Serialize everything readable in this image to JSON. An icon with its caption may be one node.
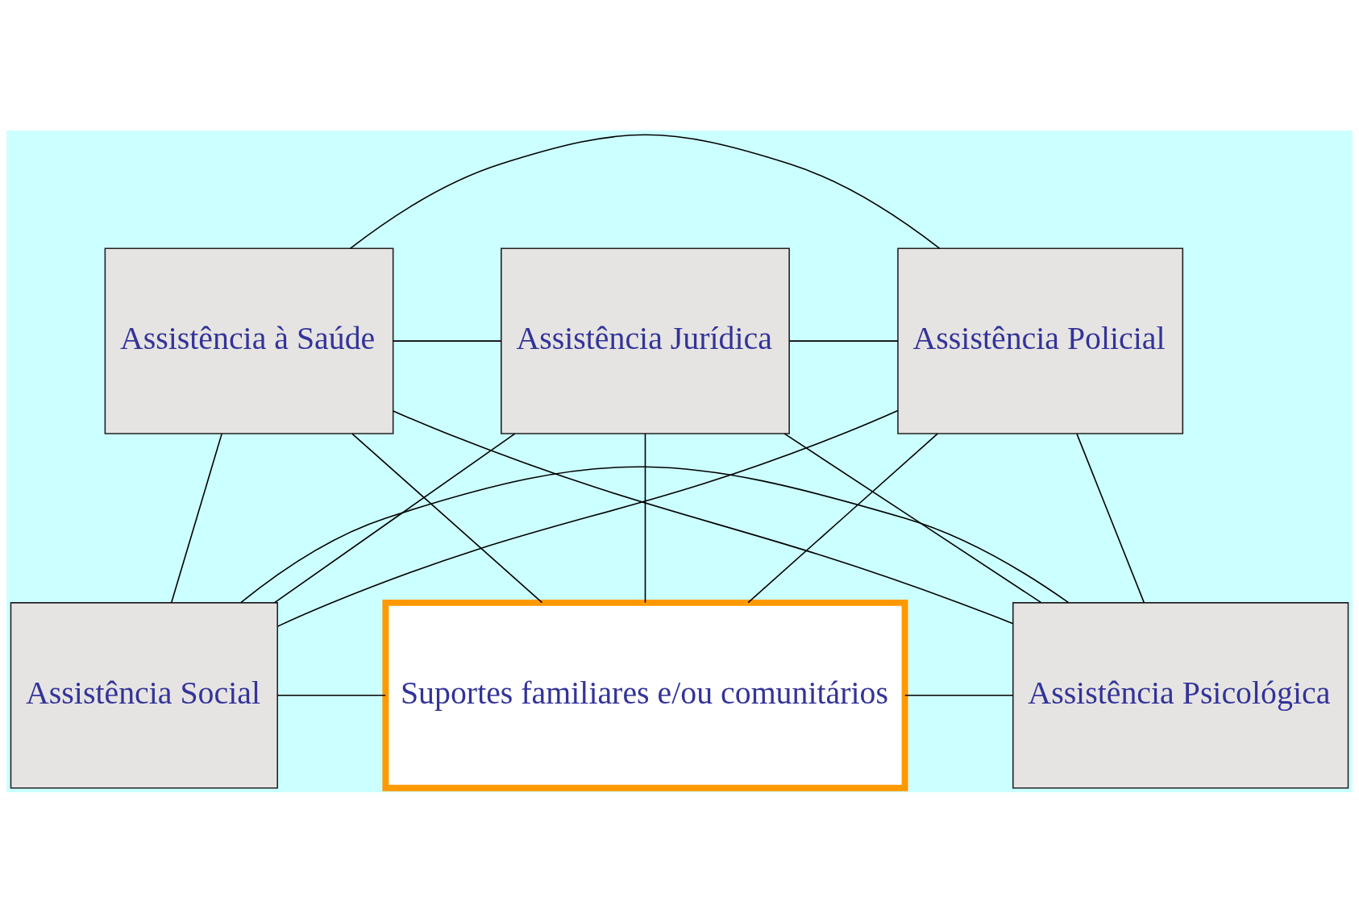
{
  "diagram": {
    "nodes": [
      {
        "text": [
          "Assistência à Saúde"
        ]
      },
      {
        "text": [
          "Assistência Jurídica"
        ]
      },
      {
        "text": [
          "Assistência Policial"
        ]
      },
      {
        "text": [
          "Assistência Social"
        ]
      },
      {
        "text": [
          "Assistência Psicológica"
        ]
      },
      {
        "text": [
          "Suportes familiares e/ou comunitários"
        ]
      }
    ],
    "edges": [
      {
        "from": 0,
        "to": 1,
        "arrow": "none"
      },
      {
        "from": 1,
        "to": 2,
        "arrow": "none"
      },
      {
        "from": 0,
        "to": 2,
        "arrow": "none"
      },
      {
        "from": 0,
        "to": 3,
        "arrow": "none"
      },
      {
        "from": 0,
        "to": 5,
        "arrow": "none"
      },
      {
        "from": 0,
        "to": 4,
        "arrow": "none"
      },
      {
        "from": 1,
        "to": 3,
        "arrow": "none"
      },
      {
        "from": 1,
        "to": 5,
        "arrow": "none"
      },
      {
        "from": 1,
        "to": 4,
        "arrow": "none"
      },
      {
        "from": 2,
        "to": 3,
        "arrow": "none"
      },
      {
        "from": 2,
        "to": 5,
        "arrow": "none"
      },
      {
        "from": 2,
        "to": 4,
        "arrow": "none"
      },
      {
        "from": 3,
        "to": 4,
        "arrow": "none"
      },
      {
        "from": 3,
        "to": 5,
        "arrow": "none"
      },
      {
        "from": 5,
        "to": 4,
        "arrow": "none"
      }
    ]
  }
}
